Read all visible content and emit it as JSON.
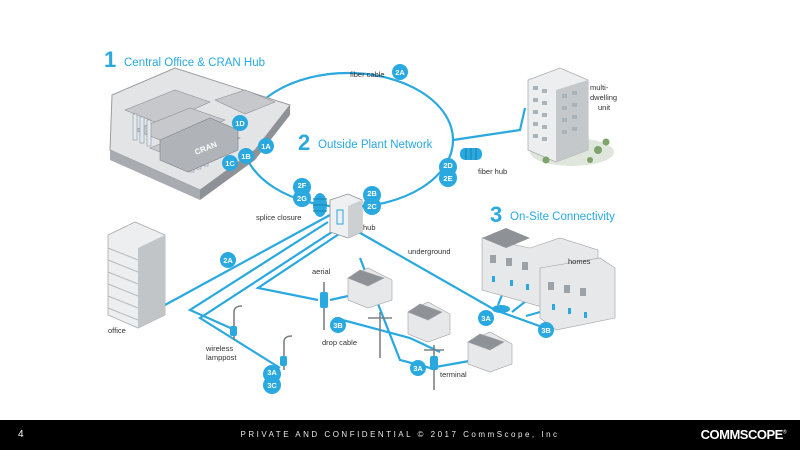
{
  "colors": {
    "accent": "#29a9df",
    "building": "#b9bcbf",
    "building_dark": "#8e9195",
    "footer_bg": "#000000"
  },
  "sections": {
    "s1": {
      "number": "1",
      "title": "Central Office & CRAN Hub"
    },
    "s2": {
      "number": "2",
      "title": "Outside Plant Network"
    },
    "s3": {
      "number": "3",
      "title": "On-Site Connectivity"
    }
  },
  "labels": {
    "cran": "CRAN",
    "fiber_cable": "fiber cable",
    "multi_dwelling_1": "multi-",
    "multi_dwelling_2": "dwelling",
    "multi_dwelling_3": "unit",
    "fiber_hub": "fiber hub",
    "splice_closure": "splice closure",
    "hub": "hub",
    "underground": "underground",
    "homes": "homes",
    "aerial": "aerial",
    "office": "office",
    "drop_cable": "drop cable",
    "wireless_1": "wireless",
    "wireless_2": "lamppost",
    "terminal": "terminal"
  },
  "badges": {
    "b1d": "1D",
    "b1a": "1A",
    "b1b": "1B",
    "b1c": "1C",
    "b2a_top": "2A",
    "b2d_1": "2D",
    "b2d_2": "2E",
    "b2f_1": "2F",
    "b2f_2": "2G",
    "b2b_1": "2B",
    "b2b_2": "2C",
    "b2a_left": "2A",
    "b3b_center": "3B",
    "b3a_right": "3A",
    "b3b_right": "3B",
    "b3a_bottom": "3A",
    "b3a_lamp_1": "3A",
    "b3a_lamp_2": "3C"
  },
  "footer": {
    "page_number": "4",
    "confidential": "PRIVATE AND CONFIDENTIAL © 2017 CommScope, Inc",
    "logo": "COMMSCOPE",
    "logo_mark": "®"
  }
}
